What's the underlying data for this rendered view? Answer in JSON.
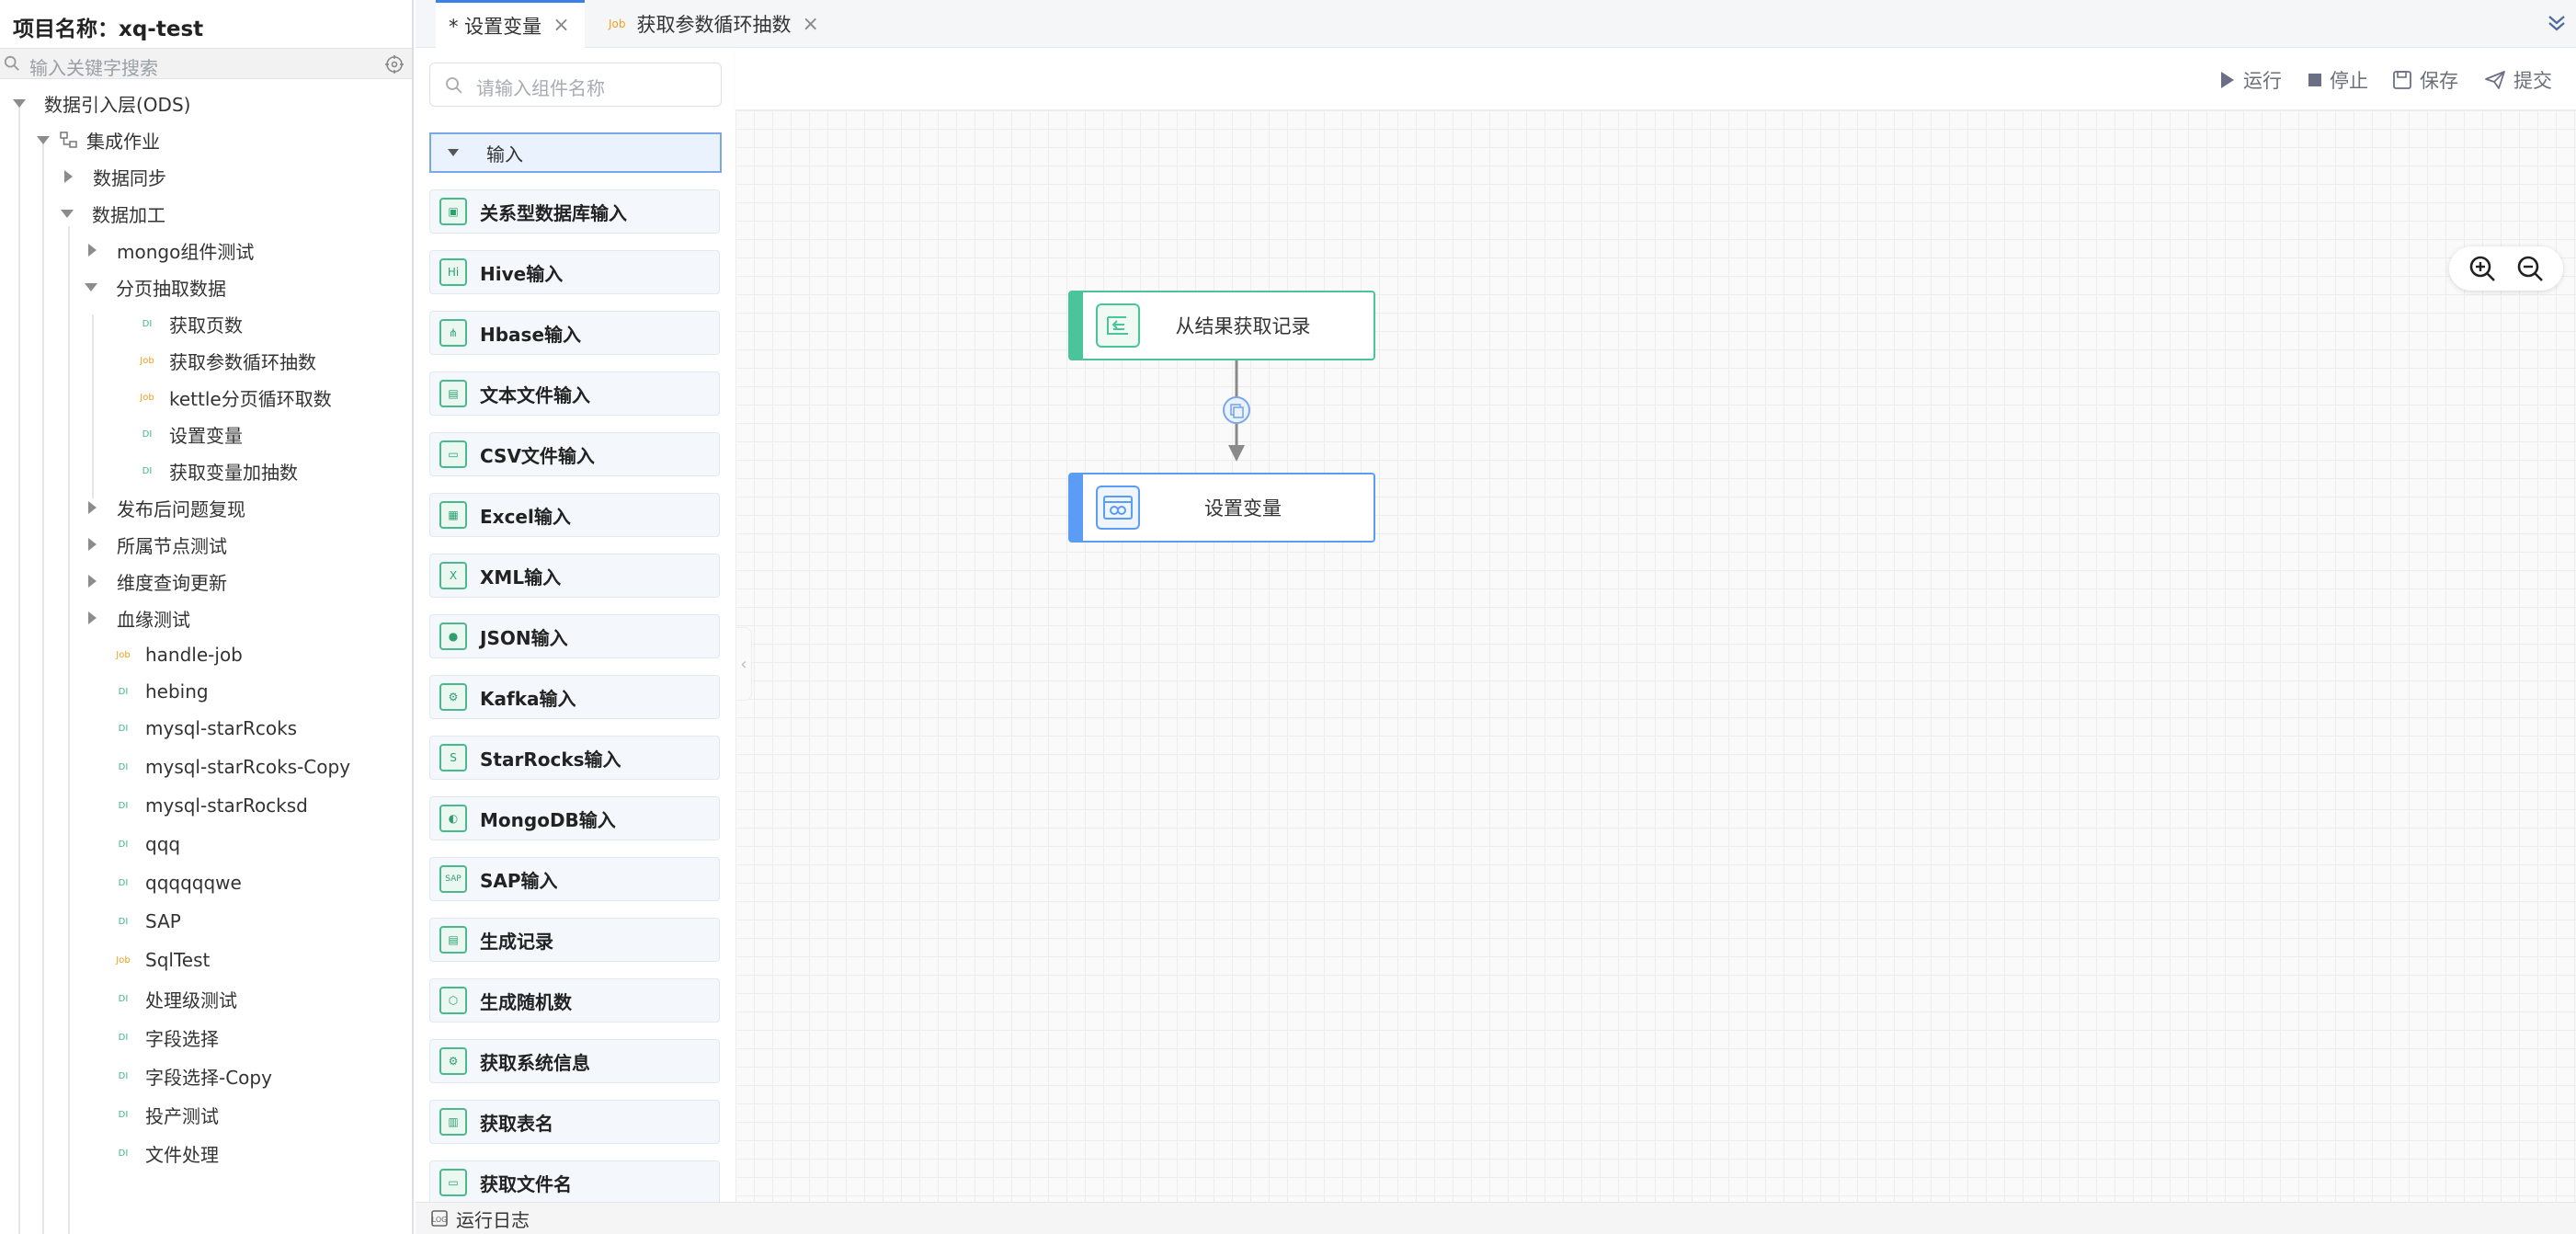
{
  "project": {
    "label": "项目名称：",
    "name": "xq-test"
  },
  "sidebar": {
    "search_placeholder": "输入关键字搜索",
    "tree": [
      {
        "label": "数据引入层(ODS)",
        "expanded": true
      },
      {
        "label": "集成作业",
        "expanded": true
      },
      {
        "label": "数据同步",
        "expanded": false
      },
      {
        "label": "数据加工",
        "expanded": true
      },
      {
        "label": "mongo组件测试",
        "expanded": false
      },
      {
        "label": "分页抽取数据",
        "expanded": true
      },
      {
        "label": "获取页数",
        "type": "DI"
      },
      {
        "label": "获取参数循环抽数",
        "type": "Job"
      },
      {
        "label": "kettle分页循环取数",
        "type": "Job"
      },
      {
        "label": "设置变量",
        "type": "DI"
      },
      {
        "label": "获取变量加抽数",
        "type": "DI"
      },
      {
        "label": "发布后问题复现",
        "expanded": false
      },
      {
        "label": "所属节点测试",
        "expanded": false
      },
      {
        "label": "维度查询更新",
        "expanded": false
      },
      {
        "label": "血缘测试",
        "expanded": false
      },
      {
        "label": "handle-job",
        "type": "Job"
      },
      {
        "label": "hebing",
        "type": "DI"
      },
      {
        "label": "mysql-starRcoks",
        "type": "DI"
      },
      {
        "label": "mysql-starRcoks-Copy",
        "type": "DI"
      },
      {
        "label": "mysql-starRocksd",
        "type": "DI"
      },
      {
        "label": "qqq",
        "type": "DI"
      },
      {
        "label": "qqqqqqwe",
        "type": "DI"
      },
      {
        "label": "SAP",
        "type": "DI"
      },
      {
        "label": "SqlTest",
        "type": "Job"
      },
      {
        "label": "处理级测试",
        "type": "DI"
      },
      {
        "label": "字段选择",
        "type": "DI"
      },
      {
        "label": "字段选择-Copy",
        "type": "DI"
      },
      {
        "label": "投产测试",
        "type": "DI"
      },
      {
        "label": "文件处理",
        "type": "DI"
      }
    ]
  },
  "tabs": [
    {
      "label": "* 设置变量",
      "active": true
    },
    {
      "label": "获取参数循环抽数",
      "tag": "Job",
      "active": false
    }
  ],
  "palette": {
    "search_placeholder": "请输入组件名称",
    "group": "输入",
    "items": [
      {
        "label": "关系型数据库输入",
        "icon": "database-icon",
        "glyph": "▣"
      },
      {
        "label": "Hive输入",
        "icon": "hive-icon",
        "glyph": "Hi"
      },
      {
        "label": "Hbase输入",
        "icon": "hbase-icon",
        "glyph": "⋔"
      },
      {
        "label": "文本文件输入",
        "icon": "text-file-icon",
        "glyph": "▤"
      },
      {
        "label": "CSV文件输入",
        "icon": "csv-file-icon",
        "glyph": "▭"
      },
      {
        "label": "Excel输入",
        "icon": "excel-icon",
        "glyph": "▦"
      },
      {
        "label": "XML输入",
        "icon": "xml-icon",
        "glyph": "X"
      },
      {
        "label": "JSON输入",
        "icon": "json-icon",
        "glyph": "●"
      },
      {
        "label": "Kafka输入",
        "icon": "kafka-icon",
        "glyph": "⚙"
      },
      {
        "label": "StarRocks输入",
        "icon": "starrocks-icon",
        "glyph": "S"
      },
      {
        "label": "MongoDB输入",
        "icon": "mongodb-icon",
        "glyph": "◐"
      },
      {
        "label": "SAP输入",
        "icon": "sap-icon",
        "glyph": "SAP"
      },
      {
        "label": "生成记录",
        "icon": "generate-record-icon",
        "glyph": "▤"
      },
      {
        "label": "生成随机数",
        "icon": "random-icon",
        "glyph": "⬡"
      },
      {
        "label": "获取系统信息",
        "icon": "system-info-icon",
        "glyph": "⚙"
      },
      {
        "label": "获取表名",
        "icon": "table-name-icon",
        "glyph": "▥"
      },
      {
        "label": "获取文件名",
        "icon": "file-name-icon",
        "glyph": "▭"
      }
    ]
  },
  "toolbar": {
    "run": "运行",
    "stop": "停止",
    "save": "保存",
    "submit": "提交"
  },
  "canvas": {
    "nodes": [
      {
        "label": "从结果获取记录",
        "color": "#4bc49b"
      },
      {
        "label": "设置变量",
        "color": "#5b9cf5"
      }
    ]
  },
  "bottom": {
    "log": "运行日志"
  },
  "colors": {
    "accent": "#3b7fe8",
    "green": "#4bc49b",
    "blue": "#5b9cf5",
    "job": "#f0a020",
    "di": "#43b68a"
  }
}
